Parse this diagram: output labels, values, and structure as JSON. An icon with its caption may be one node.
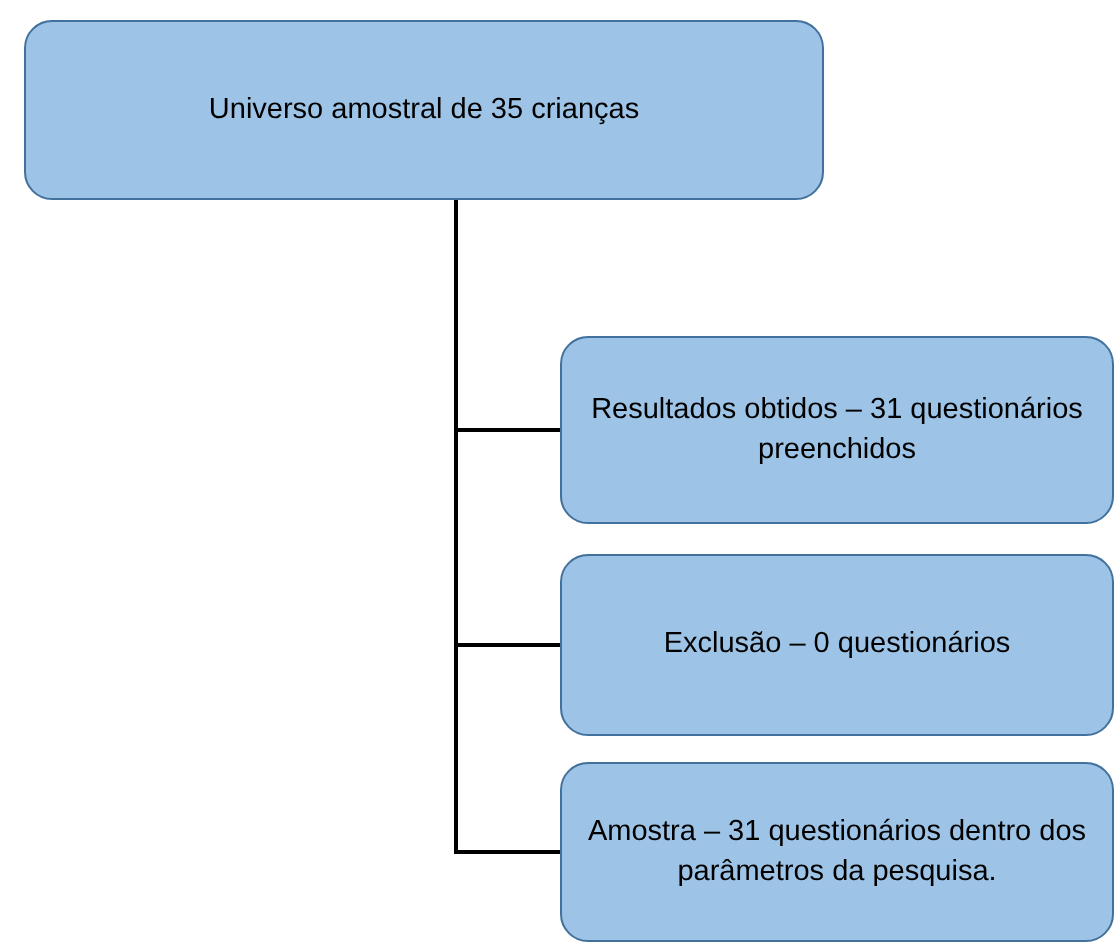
{
  "diagram": {
    "nodes": [
      {
        "text": [
          "Universo amostral de 35 crianças"
        ]
      },
      {
        "text": [
          "Resultados obtidos – 31 questionários preenchidos"
        ]
      },
      {
        "text": [
          "Exclusão – 0 questionários"
        ]
      },
      {
        "text": [
          "Amostra – 31 questionários dentro dos parâmetros da pesquisa."
        ]
      }
    ],
    "edges": [
      {
        "from": 0,
        "to": 1,
        "arrow": "none"
      },
      {
        "from": 0,
        "to": 2,
        "arrow": "none"
      },
      {
        "from": 0,
        "to": 3,
        "arrow": "none"
      }
    ]
  }
}
